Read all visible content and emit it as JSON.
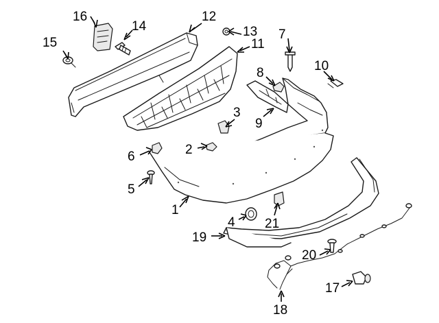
{
  "callouts": {
    "c1": "1",
    "c2": "2",
    "c3": "3",
    "c4": "4",
    "c5": "5",
    "c6": "6",
    "c7": "7",
    "c8": "8",
    "c9": "9",
    "c10": "10",
    "c11": "11",
    "c12": "12",
    "c13": "13",
    "c14": "14",
    "c15": "15",
    "c16": "16",
    "c17": "17",
    "c18": "18",
    "c19": "19",
    "c20": "20",
    "c21": "21"
  },
  "colors": {
    "line": "#1a1a1a",
    "background": "#ffffff"
  }
}
